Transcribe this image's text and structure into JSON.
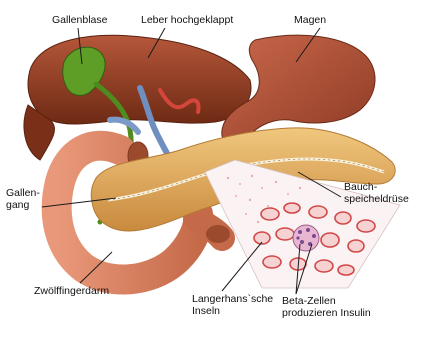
{
  "labels": {
    "gallbladder": "Gallenblase",
    "liver": "Leber hochgeklappt",
    "stomach": "Magen",
    "bile_duct_1": "Gallen-",
    "bile_duct_2": "gang",
    "pancreas_1": "Bauch-",
    "pancreas_2": "speicheldrüse",
    "duodenum": "Zwölffingerdarm",
    "islets_1": "Langerhans`sche",
    "islets_2": "Inseln",
    "beta_1": "Beta-Zellen",
    "beta_2": "produzieren Insulin"
  },
  "colors": {
    "liver": "#8f3a1e",
    "gallbladder": "#5f9e26",
    "stomach": "#b5533a",
    "pancreas": "#e3b067",
    "duodenum": "#d8835f",
    "islet_ring": "#d24848",
    "leader_line": "#1a1a1a",
    "background": "#ffffff"
  }
}
